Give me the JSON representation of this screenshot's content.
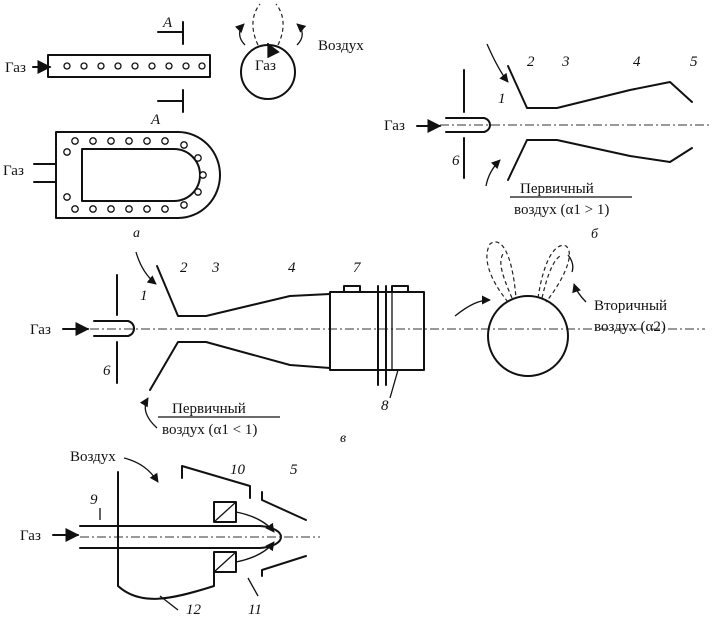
{
  "gas": "Газ",
  "air": "Воздух",
  "section_mark": "А",
  "panel_labels": {
    "a": "а",
    "b": "б",
    "c": "в"
  },
  "primary_air_label": "Первичный",
  "primary_air_rich": "воздух (α1 > 1)",
  "primary_air_lean": "воздух (α1 < 1)",
  "secondary_air_label": "Вторичный",
  "secondary_air_formula": "воздух (α2)",
  "numbers": {
    "n1": "1",
    "n2": "2",
    "n3": "3",
    "n4": "4",
    "n5": "5",
    "n6": "6",
    "n7": "7",
    "n8": "8",
    "n9": "9",
    "n10": "10",
    "n11": "11",
    "n12": "12"
  }
}
